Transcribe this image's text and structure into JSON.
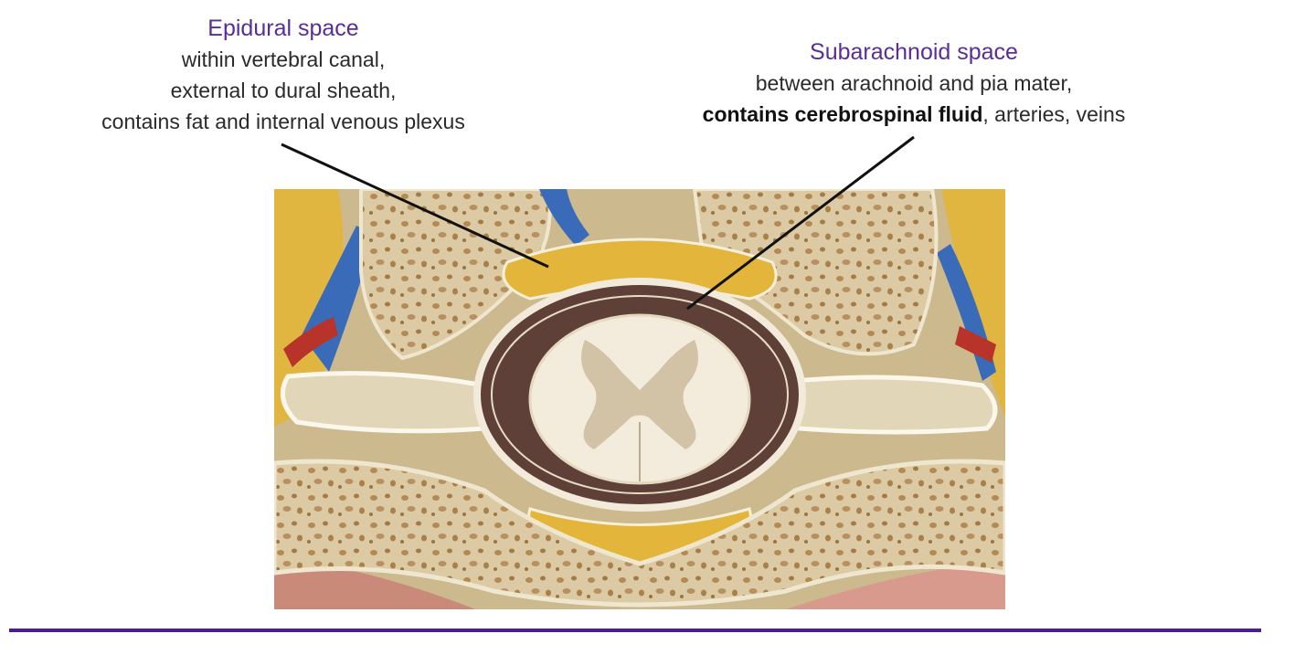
{
  "epidural": {
    "title": "Epidural space",
    "lines": [
      "within vertebral canal,",
      "external to dural sheath,",
      "contains fat and internal venous plexus"
    ]
  },
  "subarachnoid": {
    "title": "Subarachnoid space",
    "line1": "between arachnoid and pia mater,",
    "line2_strong": "contains cerebrospinal fluid",
    "line2_rest": ", arteries, veins"
  },
  "colors": {
    "title": "#5a2d9a",
    "rule": "#4b1f8c",
    "bone": "#d9c7a0",
    "fat": "#e3b53a",
    "vein": "#3a6bb8",
    "artery": "#b8332a",
    "csf": "#5e4039",
    "cord": "#f3ecdc"
  },
  "figure": {
    "description_icon": "spinal-cross-section-illustration"
  }
}
